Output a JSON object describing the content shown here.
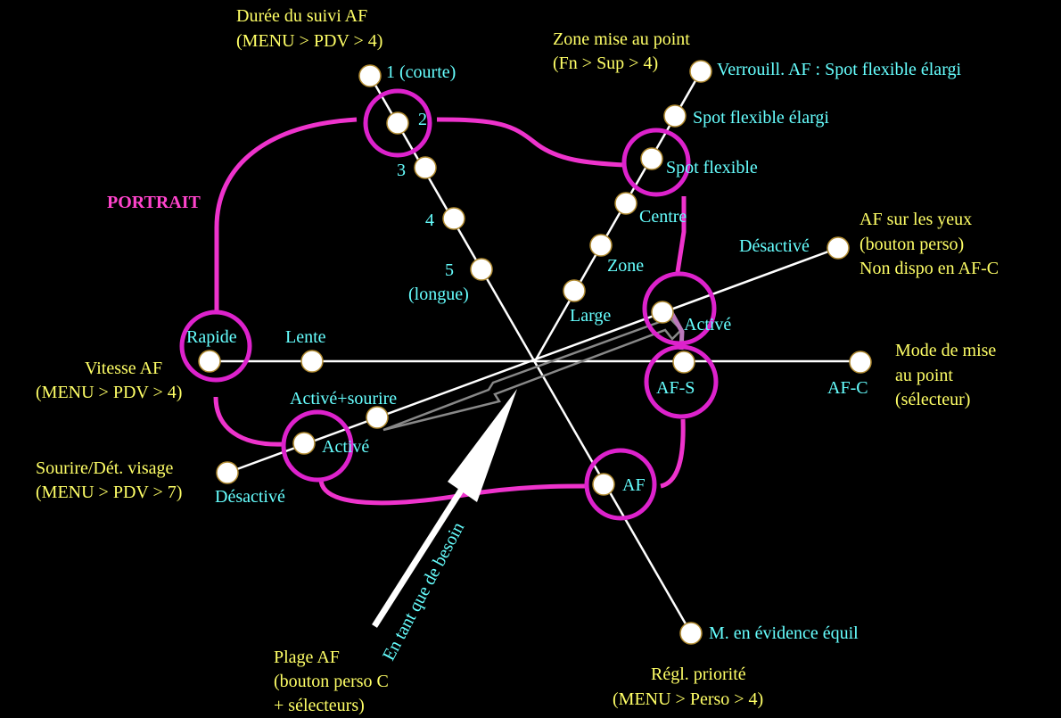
{
  "mode_label": "PORTRAIT",
  "axes": {
    "suivi": {
      "title": "Durée du suivi AF",
      "path": "(MENU > PDV > 4)",
      "options": [
        "1 (courte)",
        "2",
        "3",
        "4",
        "5",
        "(longue)"
      ]
    },
    "zone": {
      "title": "Zone mise au point",
      "path": "(Fn > Sup > 4)",
      "options": [
        "Verrouill. AF : Spot flexible élargi",
        "Spot flexible élargi",
        "Spot flexible",
        "Centre",
        "Zone",
        "Large"
      ]
    },
    "yeux": {
      "title": "AF sur les yeux",
      "line2": "(bouton perso)",
      "line3": "Non dispo en AF-C",
      "options": [
        "Désactivé",
        "Activé"
      ]
    },
    "mode": {
      "title": "Mode de mise",
      "line2": "au point",
      "line3": "(sélecteur)",
      "options": [
        "AF-C",
        "AF-S"
      ]
    },
    "priorite": {
      "title": "Régl. priorité",
      "path": "(MENU > Perso > 4)",
      "options": [
        "M. en évidence équil",
        "AF"
      ]
    },
    "plage": {
      "title": "Plage AF",
      "line2": "(bouton perso C",
      "line3": "+ sélecteurs)",
      "arrow_label": "En tant que de besoin"
    },
    "visage": {
      "title": "Sourire/Dét. visage",
      "path": "(MENU > PDV > 7)",
      "options": [
        "Désactivé",
        "Activé",
        "Activé+sourire"
      ]
    },
    "vitesse": {
      "title": "Vitesse AF",
      "path": "(MENU > PDV > 4)",
      "options": [
        "Rapide",
        "Lente"
      ]
    }
  },
  "colors": {
    "background": "#000000",
    "heading_text": "#ffff66",
    "option_text": "#66ffff",
    "portrait_path": "#ee33cc",
    "axis": "#ffffff"
  }
}
